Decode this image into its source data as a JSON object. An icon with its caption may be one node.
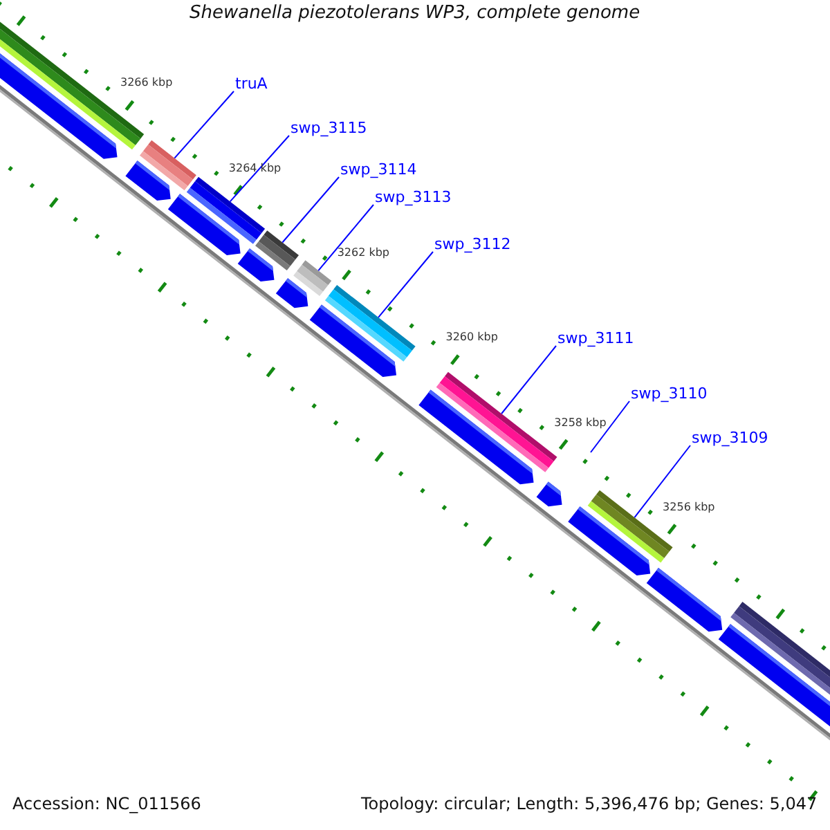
{
  "diagram": {
    "title": "Shewanella piezotolerans WP3, complete genome",
    "nodes": [
      {
        "text": [
          "truA"
        ]
      },
      {
        "text": [
          "swp_3115"
        ]
      },
      {
        "text": [
          "swp_3114"
        ]
      },
      {
        "text": [
          "swp_3113"
        ]
      },
      {
        "text": [
          "swp_3112"
        ]
      },
      {
        "text": [
          "swp_3111"
        ]
      },
      {
        "text": [
          "swp_3110"
        ]
      },
      {
        "text": [
          "swp_3109"
        ]
      },
      {
        "text": [],
        "shape": "bar"
      },
      {
        "text": [],
        "shape": "bar"
      },
      {
        "text": [],
        "shape": "bar"
      },
      {
        "text": [],
        "shape": "bar"
      },
      {
        "text": [],
        "shape": "bar"
      },
      {
        "text": [],
        "shape": "bar"
      },
      {
        "text": [],
        "shape": "bar"
      }
    ],
    "edges": [
      {
        "from": 0,
        "to": 8,
        "arrow": "none"
      },
      {
        "from": 1,
        "to": 9,
        "arrow": "none"
      },
      {
        "from": 2,
        "to": 10,
        "arrow": "none"
      },
      {
        "from": 3,
        "to": 11,
        "arrow": "none"
      },
      {
        "from": 4,
        "to": 12,
        "arrow": "none"
      },
      {
        "from": 5,
        "to": 13,
        "arrow": "none"
      },
      {
        "from": 6,
        "to": null,
        "arrow": "none"
      },
      {
        "from": 7,
        "to": 14,
        "arrow": "none"
      }
    ],
    "labels": [
      "3266 kbp",
      "3264 kbp",
      "3262 kbp",
      "3260 kbp",
      "3258 kbp",
      "3256 kbp",
      "Accession: NC_011566",
      "Topology: circular; Length: 5,396,476 bp; Genes: 5,047"
    ]
  }
}
